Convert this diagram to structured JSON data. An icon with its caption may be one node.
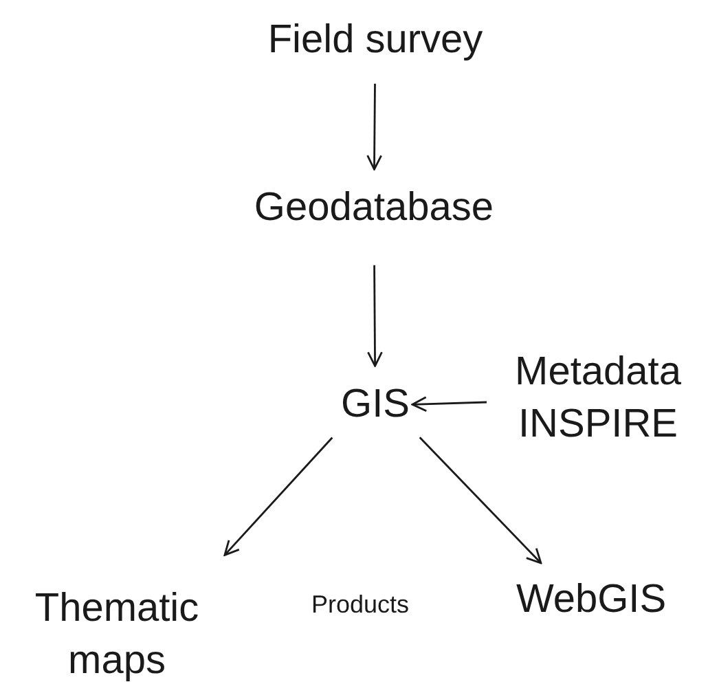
{
  "diagram": {
    "nodes": [
      {
        "text": [
          "Field survey"
        ]
      },
      {
        "text": [
          "Geodatabase"
        ]
      },
      {
        "text": [
          "GIS"
        ]
      },
      {
        "text": [
          "Metadata INSPIRE"
        ]
      },
      {
        "text": [
          "Thematic maps"
        ]
      },
      {
        "text": [
          "WebGIS"
        ]
      }
    ],
    "edges": [
      {
        "from": 0,
        "to": 1,
        "arrow": "to"
      },
      {
        "from": 1,
        "to": 2,
        "arrow": "to"
      },
      {
        "from": 3,
        "to": 2,
        "arrow": "to"
      },
      {
        "from": 2,
        "to": 4,
        "arrow": "to"
      },
      {
        "from": 2,
        "to": 5,
        "arrow": "to"
      }
    ],
    "labels": [
      "Products"
    ]
  }
}
